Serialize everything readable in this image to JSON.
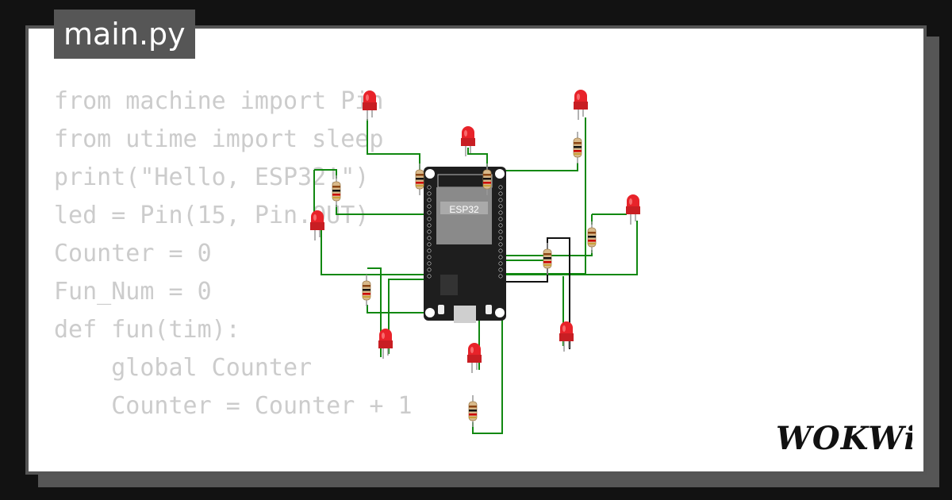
{
  "file_tab": {
    "label": "main.py"
  },
  "code_lines": [
    "from machine import Pin",
    "from utime import sleep",
    "",
    "print(\"Hello, ESP32!\")",
    "",
    "led = Pin(15, Pin.OUT)",
    "Counter = 0",
    "Fun_Num = 0",
    "def fun(tim):",
    "    global Counter",
    "    Counter = Counter + 1"
  ],
  "board": {
    "label": "ESP32"
  },
  "brand": {
    "logo_text": "WOKWi"
  },
  "colors": {
    "wire_green": "#118811",
    "wire_black": "#111111",
    "led_red": "#e8232a",
    "board": "#1e1e1e",
    "code_text": "#cccccc"
  }
}
